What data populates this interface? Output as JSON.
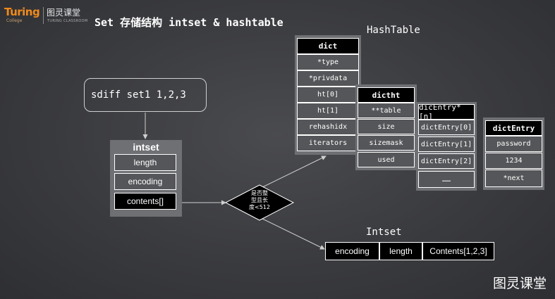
{
  "logo": {
    "brand": "Turing",
    "sub": "College",
    "cn": "图灵课堂",
    "en": "TURING CLASSROOM"
  },
  "title": "Set 存储结构 intset & hashtable",
  "command": "sdiff set1 1,2,3",
  "intset": {
    "title": "intset",
    "fields": [
      "length",
      "encoding",
      "contents[]"
    ]
  },
  "decision": {
    "lines": [
      "是否整",
      "型且长",
      "度<512"
    ]
  },
  "hashtable_label": "HashTable",
  "dict": {
    "title": "dict",
    "fields": [
      "*type",
      "*privdata",
      "ht[0]",
      "ht[1]",
      "rehashidx",
      "iterators"
    ]
  },
  "dictht": {
    "title": "dictht",
    "fields": [
      "**table",
      "size",
      "sizemask",
      "used"
    ]
  },
  "dicentry_array": {
    "title": "dicEntry*[n]",
    "fields": [
      "dictEntry[0]",
      "dictEntry[1]",
      "dictEntry[2]",
      "……"
    ]
  },
  "dictentry": {
    "title": "dictEntry",
    "fields": [
      "password",
      "1234",
      "*next"
    ]
  },
  "intset_result": {
    "label": "Intset",
    "fields": [
      "encoding",
      "length",
      "Contents[1,2,3]"
    ]
  },
  "watermark": "图灵课堂"
}
